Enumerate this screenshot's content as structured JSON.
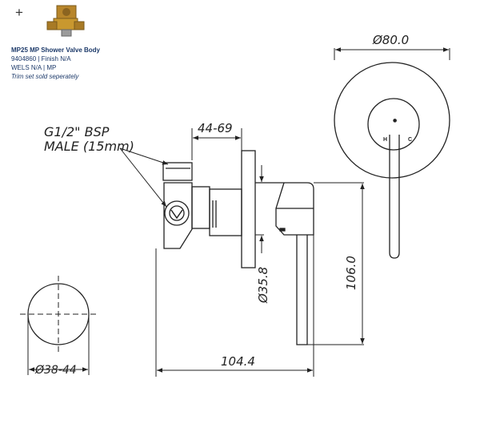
{
  "product": {
    "plus": "+",
    "name": "MP25 MP Shower Valve Body",
    "code_finish": "9404860 | Finish N/A",
    "wels": "WELS N/A | MP",
    "note": "Trim set sold seperately"
  },
  "drawing": {
    "thread_line1": "G1/2\" BSP",
    "thread_line2": "MALE  (15mm)",
    "dim_depth": "44-69",
    "dim_plate_diameter": "Ø80.0",
    "dim_height": "106.0",
    "dim_body_diameter": "Ø35.8",
    "dim_length": "104.4",
    "dim_cutout": "Ø38-44",
    "handle_hot": "H",
    "handle_cold": "C"
  },
  "colors": {
    "line": "#222222",
    "brass": "#b8862b",
    "text_blue": "#1d3a6a"
  }
}
